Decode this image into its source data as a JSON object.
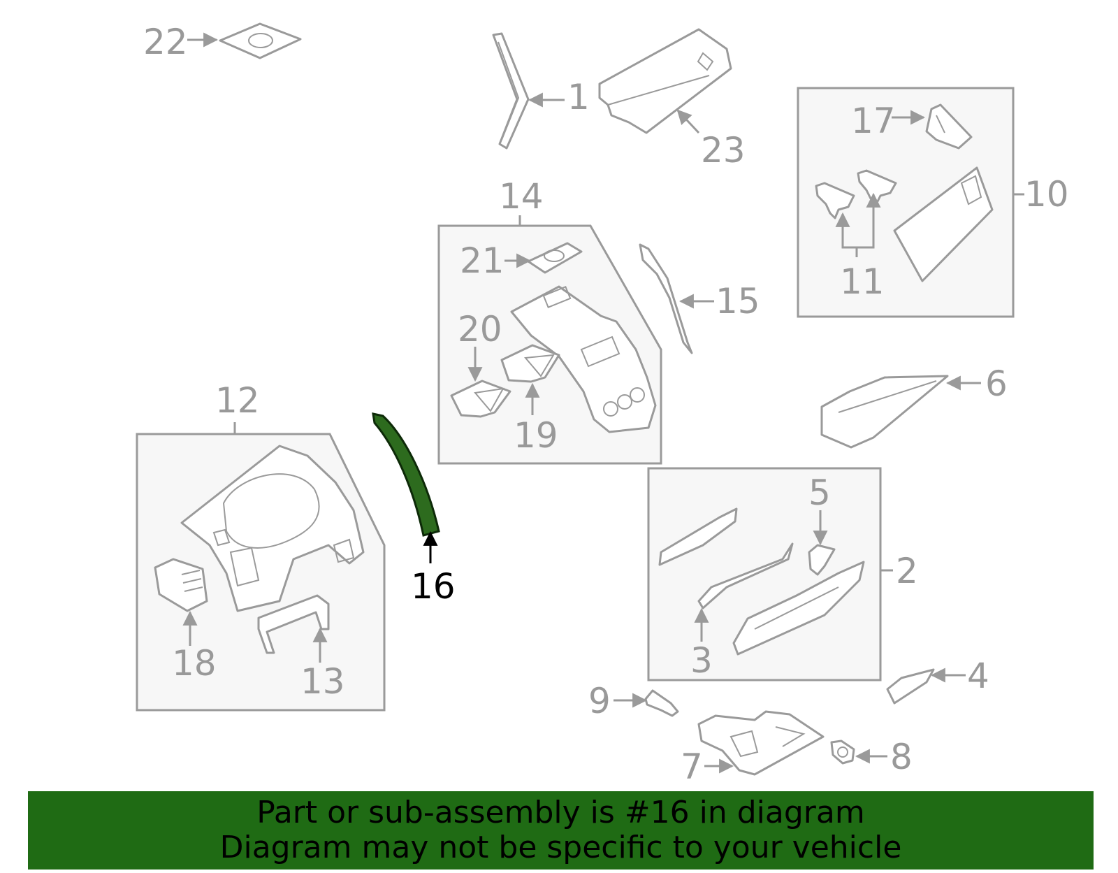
{
  "highlight_color": "#1f6b14",
  "highlighted_part": "16",
  "callouts": [
    "22",
    "1",
    "23",
    "17",
    "10",
    "11",
    "14",
    "21",
    "15",
    "20",
    "19",
    "6",
    "12",
    "5",
    "2",
    "3",
    "16",
    "18",
    "13",
    "4",
    "9",
    "8",
    "7"
  ],
  "banner": {
    "line1": "Part or sub-assembly is #16 in diagram",
    "line2": "Diagram may not be specific to your vehicle"
  }
}
